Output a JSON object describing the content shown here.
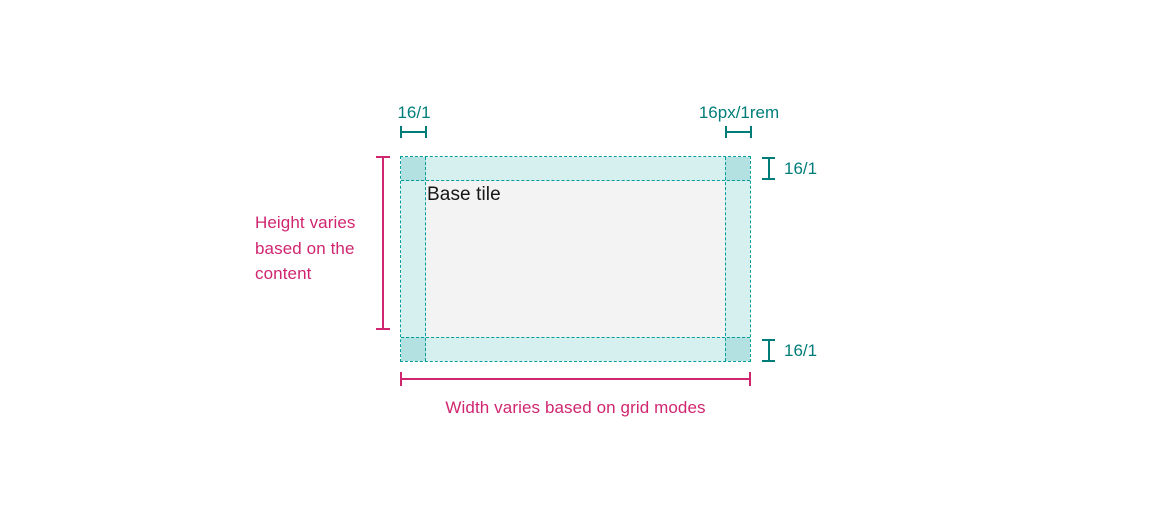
{
  "colors": {
    "teal-border": "#009d9a",
    "teal-text": "#007d79",
    "cyan-fill": "rgba(0,157,154,0.16)",
    "content-fill": "#f3f3f3",
    "magenta": "#d02670",
    "text-dark": "#161616"
  },
  "tile": {
    "label": "Base tile"
  },
  "measurements": {
    "top_left": "16/1",
    "top_right": "16px/1rem",
    "right_top": "16/1",
    "right_bottom": "16/1"
  },
  "notes": {
    "height": {
      "lines": [
        "Height varies",
        "based on the",
        "content"
      ]
    },
    "width": "Width varies based on grid modes"
  }
}
